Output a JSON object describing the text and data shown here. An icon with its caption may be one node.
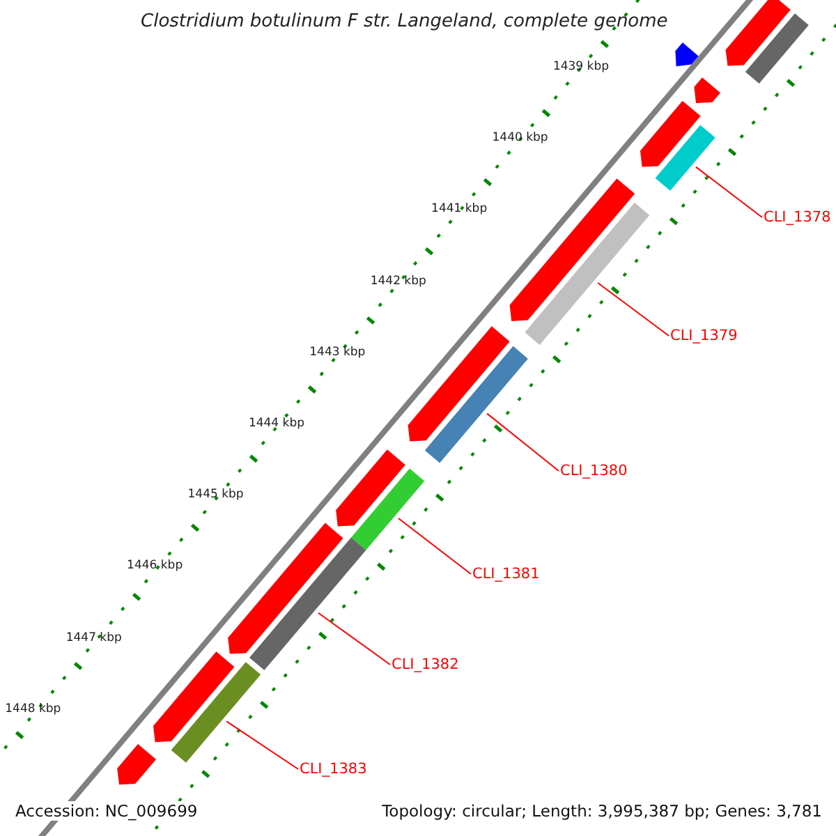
{
  "diagram": {
    "title": "Clostridium botulinum F str. Langeland, complete genome",
    "nodes": [
      {
        "text": [
          "CLI_1378"
        ]
      },
      {
        "text": [
          "CLI_1379"
        ]
      },
      {
        "text": [
          "CLI_1380"
        ]
      },
      {
        "text": [
          "CLI_1381"
        ]
      },
      {
        "text": [
          "CLI_1382"
        ]
      },
      {
        "text": [
          "CLI_1383"
        ]
      },
      {
        "text": [],
        "shape": "bar"
      },
      {
        "text": [],
        "shape": "bar"
      },
      {
        "text": [],
        "shape": "bar"
      },
      {
        "text": [],
        "shape": "bar"
      },
      {
        "text": [],
        "shape": "bar"
      },
      {
        "text": [],
        "shape": "bar"
      },
      {
        "text": [],
        "shape": "bar"
      },
      {
        "text": [],
        "shape": "bar"
      },
      {
        "text": [],
        "shape": "bar"
      },
      {
        "text": [],
        "shape": "bar"
      },
      {
        "text": [],
        "shape": "bar"
      },
      {
        "text": [],
        "shape": "bar"
      },
      {
        "text": [],
        "shape": "bar"
      },
      {
        "text": [],
        "shape": "bar"
      },
      {
        "text": [],
        "shape": "bar"
      },
      {
        "text": [],
        "shape": "bar"
      },
      {
        "text": [],
        "shape": "bar"
      }
    ],
    "edges": [
      {
        "from": 0,
        "to": 6,
        "arrow": "none"
      },
      {
        "from": 1,
        "to": 7,
        "arrow": "none"
      },
      {
        "from": 2,
        "to": 8,
        "arrow": "none"
      },
      {
        "from": 3,
        "to": 9,
        "arrow": "none"
      },
      {
        "from": 4,
        "to": 10,
        "arrow": "none"
      },
      {
        "from": 5,
        "to": 11,
        "arrow": "none"
      }
    ],
    "labels": [
      "1439 kbp",
      "1440 kbp",
      "1441 kbp",
      "1442 kbp",
      "1443 kbp",
      "1444 kbp",
      "1445 kbp",
      "1446 kbp",
      "1447 kbp",
      "1448 kbp",
      "Accession: NC_009699",
      "Topology: circular; Length: 3,995,387 bp; Genes: 3,781"
    ]
  }
}
